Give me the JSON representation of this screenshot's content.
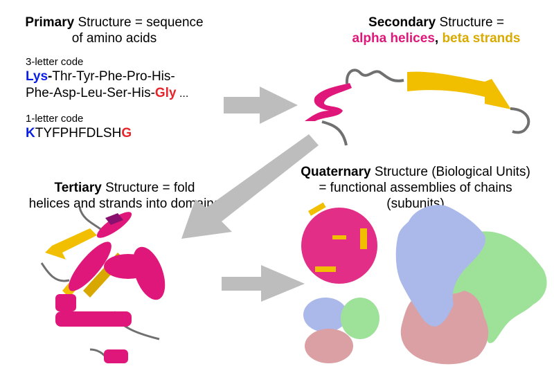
{
  "primary": {
    "title_bold": "Primary",
    "title_rest": " Structure = sequence",
    "title_line2": "of amino acids",
    "three_letter_label": "3-letter code",
    "three_letter_line1_first": "Lys",
    "three_letter_line1_dash": "-",
    "three_letter_line1_rest": "Thr-Tyr-Phe-Pro-His-",
    "three_letter_line2_rest": "Phe-Asp-Leu-Ser-His-",
    "three_letter_line2_last": "Gly",
    "three_letter_line2_ellipsis": " ...",
    "one_letter_label": "1-letter code",
    "one_letter_first": "K",
    "one_letter_middle": "TYFPHFDLSH",
    "one_letter_last": "G"
  },
  "secondary": {
    "title_bold": "Secondary",
    "title_rest": " Structure =",
    "alpha": "alpha helices",
    "comma": ", ",
    "beta": "beta strands"
  },
  "tertiary": {
    "title_bold": "Tertiary",
    "title_rest": " Structure = fold",
    "title_line2": "helices and strands into domains"
  },
  "quaternary": {
    "title_bold": "Quaternary",
    "title_rest": " Structure (Biological Units)",
    "title_line2": "= functional assemblies of chains",
    "title_line3": "(subunits)"
  },
  "colors": {
    "helix": "#e0177a",
    "strand": "#f2bf00",
    "coil": "#707070",
    "arrow": "#bdbdbd",
    "chain_blue": "#aab8ea",
    "chain_green": "#9ee29a",
    "chain_pink": "#dba0a4"
  }
}
